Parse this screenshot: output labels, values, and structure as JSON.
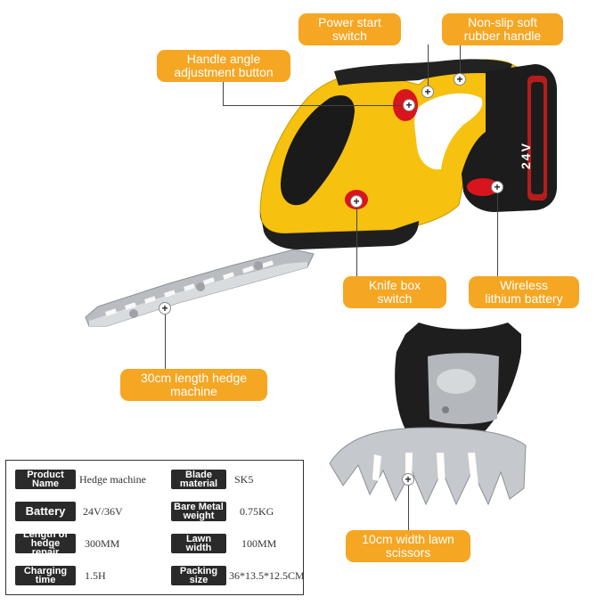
{
  "callouts": {
    "power_start_switch": [
      "Power start",
      "switch"
    ],
    "non_slip_handle": [
      "Non-slip soft",
      "rubber handle"
    ],
    "handle_angle_button": [
      "Handle angle",
      "adjustment button"
    ],
    "knife_box_switch": [
      "Knife box",
      "switch"
    ],
    "wireless_battery": [
      "Wireless",
      "lithium battery"
    ],
    "hedge_machine_length": [
      "30cm length hedge",
      "machine"
    ],
    "lawn_scissors_width": [
      "10cm width lawn",
      "scissors"
    ]
  },
  "battery_marking": "24V",
  "specs": [
    {
      "label": "Product Name",
      "value": "Hedge machine",
      "label2": "Blade material",
      "value2": "SK5"
    },
    {
      "label": "Battery",
      "value": "24V/36V",
      "label2": "Bare Metal weight",
      "value2": "0.75KG"
    },
    {
      "label": "Length of hedge repair",
      "value": "300MM",
      "label2": "Lawn width",
      "value2": "100MM"
    },
    {
      "label": "Charging time",
      "value": "1.5H",
      "label2": "Packing size",
      "value2": "36*13.5*12.5CM"
    }
  ],
  "colors": {
    "accent": "#f5a623",
    "body_yellow": "#f6c10f",
    "dark": "#1f1f1f"
  }
}
